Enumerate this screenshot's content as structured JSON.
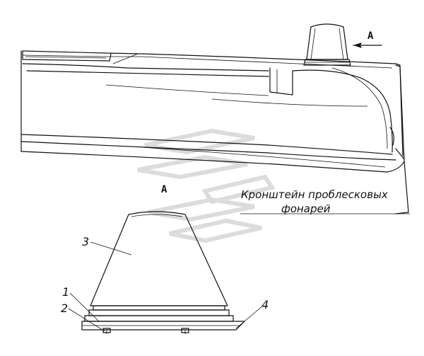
{
  "callouts": {
    "view_a_top": "А",
    "view_a_mid": "А",
    "bracket_label_line1": "Кронштейн проблесковых",
    "bracket_label_line2": "фонарей"
  },
  "parts": {
    "p1": "1",
    "p2": "2",
    "p3": "3",
    "p4": "4"
  }
}
